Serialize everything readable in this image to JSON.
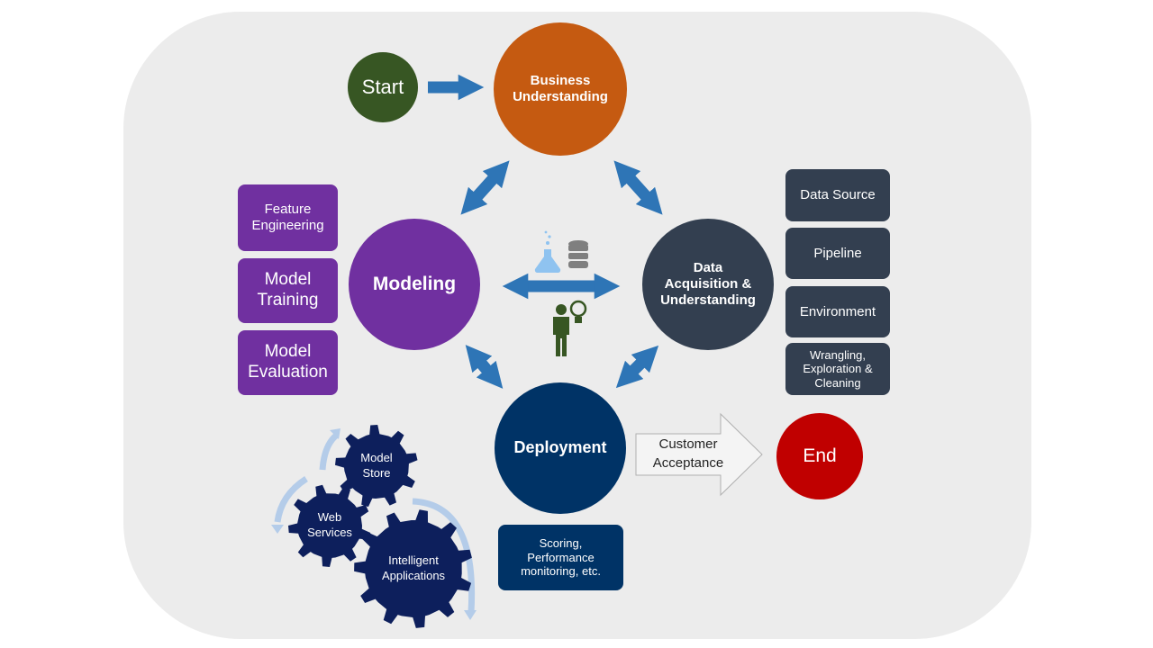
{
  "stages": {
    "start": "Start",
    "business": "Business\nUnderstanding",
    "modeling": "Modeling",
    "data": "Data\nAcquisition &\nUnderstanding",
    "deployment": "Deployment",
    "end": "End"
  },
  "modeling_items": [
    "Feature\nEngineering",
    "Model\nTraining",
    "Model\nEvaluation"
  ],
  "data_items": [
    "Data Source",
    "Pipeline",
    "Environment",
    "Wrangling,\nExploration &\nCleaning"
  ],
  "deployment_note": "Scoring,\nPerformance\nmonitoring,  etc.",
  "customer_acceptance": "Customer\nAcceptance",
  "gears": [
    "Model\nStore",
    "Web\nServices",
    "Intelligent\nApplications"
  ],
  "icons": [
    "flask-icon",
    "database-icon",
    "person-lightbulb-icon",
    "gear-icon"
  ],
  "colors": {
    "start": "#375623",
    "business": "#c55a11",
    "modeling": "#7030a0",
    "data": "#333f50",
    "deployment": "#003366",
    "end": "#c00000",
    "arrow": "#2e75b6",
    "gear": "#0d1f5c"
  }
}
